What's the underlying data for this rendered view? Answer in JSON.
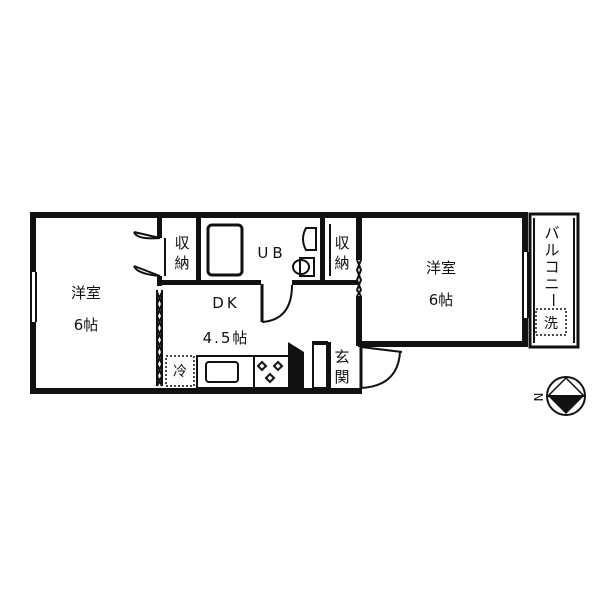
{
  "rooms": {
    "western_left": {
      "name": "洋室",
      "size": "6帖"
    },
    "dk": {
      "name": "DK",
      "size": "4.5帖"
    },
    "western_right": {
      "name": "洋室",
      "size": "6帖"
    },
    "ub": {
      "name": "UB"
    },
    "storage_left": {
      "line1": "収",
      "line2": "納"
    },
    "storage_right": {
      "line1": "収",
      "line2": "納"
    },
    "entrance": {
      "line1": "玄",
      "line2": "関"
    }
  },
  "balcony": {
    "label_chars": [
      "バ",
      "ル",
      "コ",
      "ニ",
      "ー"
    ]
  },
  "fixtures": {
    "fridge": "冷",
    "washer": "洗"
  },
  "compass": {
    "label": "N"
  }
}
